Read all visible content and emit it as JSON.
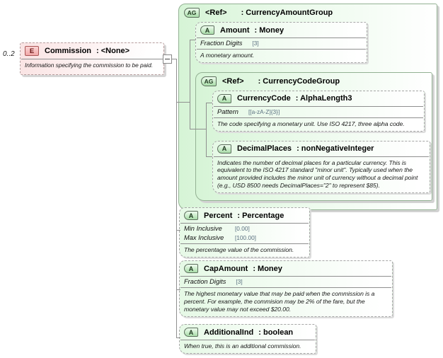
{
  "diagram": {
    "cardinality_label": "0..2",
    "icons": {
      "collapse_icon": "minus"
    }
  },
  "element": {
    "badge": "E",
    "name": "Commission",
    "type": ": <None>",
    "annotation": "Information specifying the commission to be paid."
  },
  "groups": {
    "currency_amount_group": {
      "badge": "AG",
      "name": "<Ref>",
      "type": ": CurrencyAmountGroup"
    },
    "currency_code_group": {
      "badge": "AG",
      "name": "<Ref>",
      "type": ": CurrencyCodeGroup"
    }
  },
  "attributes": {
    "amount": {
      "badge": "A",
      "name": "Amount",
      "type": ": Money",
      "facets": [
        {
          "label": "Fraction Digits",
          "value": "[3]"
        }
      ],
      "annotation": "A monetary amount."
    },
    "currency_code": {
      "badge": "A",
      "name": "CurrencyCode",
      "type": ": AlphaLength3",
      "facets": [
        {
          "label": "Pattern",
          "value": "[[a-zA-Z]{3}]"
        }
      ],
      "annotation": "The code specifying a monetary unit. Use ISO 4217, three alpha code."
    },
    "decimal_places": {
      "badge": "A",
      "name": "DecimalPlaces",
      "type": ": nonNegativeInteger",
      "annotation": "Indicates the number of decimal places for a particular currency. This is equivalent to the ISO 4217 standard \"minor unit\". Typically used when the amount provided includes the minor unit of currency without a decimal point (e.g., USD 8500 needs DecimalPlaces=\"2\" to represent $85)."
    },
    "percent": {
      "badge": "A",
      "name": "Percent",
      "type": ": Percentage",
      "facets": [
        {
          "label": "Min Inclusive",
          "value": "[0.00]"
        },
        {
          "label": "Max Inclusive",
          "value": "[100.00]"
        }
      ],
      "annotation": "The percentage value of the commission."
    },
    "cap_amount": {
      "badge": "A",
      "name": "CapAmount",
      "type": ": Money",
      "facets": [
        {
          "label": "Fraction Digits",
          "value": "[3]"
        }
      ],
      "annotation": "The highest monetary value that may be paid when the commission is a percent.  For example, the commision may be 2% of the fare, but the monetary value may not exceed $20.00."
    },
    "additional_ind": {
      "badge": "A",
      "name": "AdditionalInd",
      "type": ": boolean",
      "annotation": "When true, this is an additional commission."
    }
  },
  "colors": {
    "element_fill": "#fae3e3",
    "element_badge_fill": "#f2a8a8",
    "element_badge_border": "#aa5555",
    "group_fill": "#d6f4d6",
    "attribute_fill": "#e6f9e6",
    "badge_fill": "#a9dda9",
    "green_border": "#93b193",
    "dashed_border": "#a6a6a6",
    "connector": "#8f8f8f",
    "facet_value_text": "#5a7080",
    "shadow": "#d2d2d2"
  }
}
